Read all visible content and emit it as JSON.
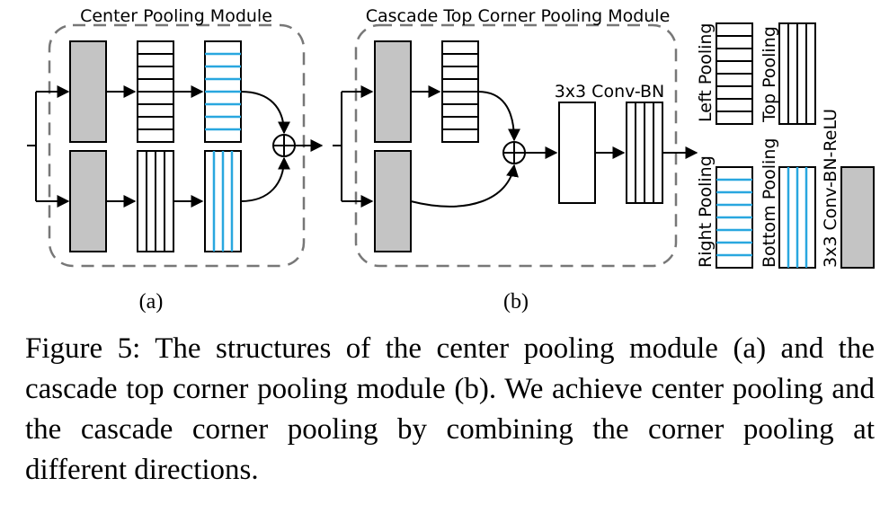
{
  "diagram": {
    "panel_a": {
      "title": "Center Pooling Module",
      "sublabel": "(a)"
    },
    "panel_b": {
      "title": "Cascade Top Corner Pooling Module",
      "sublabel": "(b)",
      "conv_label": "3x3 Conv-BN"
    },
    "legend": {
      "left_pooling": "Left Pooling",
      "top_pooling": "Top Pooling",
      "right_pooling": "Right Pooling",
      "bottom_pooling": "Bottom Pooling",
      "conv_bn_relu": "3x3 Conv-BN-ReLU"
    },
    "colors": {
      "feature_gray": "#c4c4c4",
      "pooled_blue": "#29a7df",
      "dashed_border": "#777777",
      "stroke": "#000000"
    },
    "icons": {
      "sum": "circled-plus"
    }
  },
  "caption": {
    "text": "Figure 5: The structures of the center pooling module (a) and the cascade top corner pooling module (b). We achieve center pooling and the cascade corner pooling by combining the corner pooling at different directions."
  }
}
